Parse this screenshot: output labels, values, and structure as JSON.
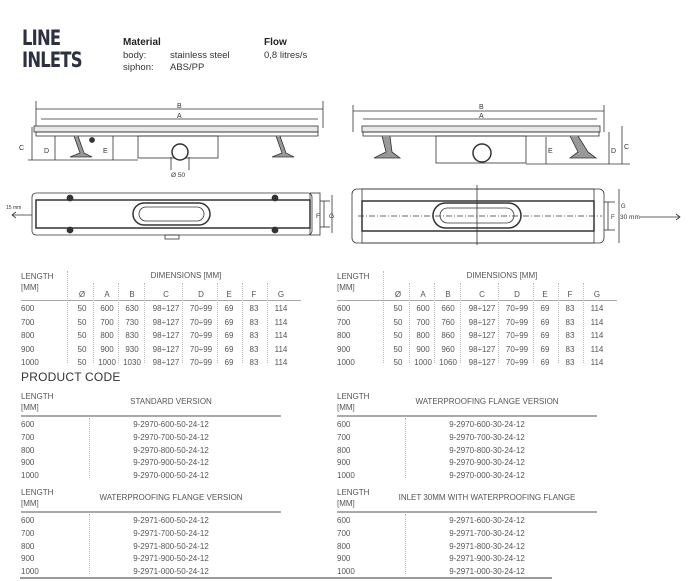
{
  "header": {
    "title_line1": "LINE",
    "title_line2": "INLETS",
    "material": {
      "heading": "Material",
      "body_label": "body:",
      "body_value": "stainless steel",
      "siphon_label": "siphon:",
      "siphon_value": "ABS/PP"
    },
    "flow": {
      "heading": "Flow",
      "value": "0,8 litres/s"
    }
  },
  "drawings": {
    "left": {
      "label_b": "B",
      "label_a": "A",
      "label_c": "C",
      "label_d": "D",
      "label_e": "E",
      "label_diameter": "Ø 50",
      "label_inlet": "15 mm",
      "label_f": "F",
      "label_g": "G"
    },
    "right": {
      "label_b": "B",
      "label_a": "A",
      "label_c": "C",
      "label_d": "D",
      "label_e": "E",
      "label_inlet": "30 mm",
      "label_f": "F",
      "label_g": "G"
    }
  },
  "dimension_tables": [
    {
      "length_header": [
        "LENGTH",
        "[MM]"
      ],
      "group_header": "DIMENSIONS [MM]",
      "columns": [
        "Ø",
        "A",
        "B",
        "C",
        "D",
        "E",
        "F",
        "G"
      ],
      "rows": [
        {
          "length": "600",
          "values": [
            "50",
            "600",
            "630",
            "98÷127",
            "70÷99",
            "69",
            "83",
            "114"
          ]
        },
        {
          "length": "700",
          "values": [
            "50",
            "700",
            "730",
            "98÷127",
            "70÷99",
            "69",
            "83",
            "114"
          ]
        },
        {
          "length": "800",
          "values": [
            "50",
            "800",
            "830",
            "98÷127",
            "70÷99",
            "69",
            "83",
            "114"
          ]
        },
        {
          "length": "900",
          "values": [
            "50",
            "900",
            "930",
            "98÷127",
            "70÷99",
            "69",
            "83",
            "114"
          ]
        },
        {
          "length": "1000",
          "values": [
            "50",
            "1000",
            "1030",
            "98÷127",
            "70÷99",
            "69",
            "83",
            "114"
          ]
        }
      ]
    },
    {
      "length_header": [
        "LENGTH",
        "[MM]"
      ],
      "group_header": "DIMENSIONS [MM]",
      "columns": [
        "Ø",
        "A",
        "B",
        "C",
        "D",
        "E",
        "F",
        "G"
      ],
      "rows": [
        {
          "length": "600",
          "values": [
            "50",
            "600",
            "660",
            "98÷127",
            "70÷99",
            "69",
            "83",
            "114"
          ]
        },
        {
          "length": "700",
          "values": [
            "50",
            "700",
            "760",
            "98÷127",
            "70÷99",
            "69",
            "83",
            "114"
          ]
        },
        {
          "length": "800",
          "values": [
            "50",
            "800",
            "860",
            "98÷127",
            "70÷99",
            "69",
            "83",
            "114"
          ]
        },
        {
          "length": "900",
          "values": [
            "50",
            "900",
            "960",
            "98÷127",
            "70÷99",
            "69",
            "83",
            "114"
          ]
        },
        {
          "length": "1000",
          "values": [
            "50",
            "1000",
            "1060",
            "98÷127",
            "70÷99",
            "69",
            "83",
            "114"
          ]
        }
      ]
    }
  ],
  "product_code": {
    "title": "PRODUCT CODE",
    "tables": [
      {
        "length_header": [
          "LENGTH",
          "[MM]"
        ],
        "version": "STANDARD VERSION",
        "rows": [
          [
            "600",
            "9-2970-600-50-24-12"
          ],
          [
            "700",
            "9-2970-700-50-24-12"
          ],
          [
            "800",
            "9-2970-800-50-24-12"
          ],
          [
            "900",
            "9-2970-900-50-24-12"
          ],
          [
            "1000",
            "9-2970-000-50-24-12"
          ]
        ]
      },
      {
        "length_header": [
          "LENGTH",
          "[MM]"
        ],
        "version": "WATERPROOFING FLANGE VERSION",
        "rows": [
          [
            "600",
            "9-2970-600-30-24-12"
          ],
          [
            "700",
            "9-2970-700-30-24-12"
          ],
          [
            "800",
            "9-2970-800-30-24-12"
          ],
          [
            "900",
            "9-2970-900-30-24-12"
          ],
          [
            "1000",
            "9-2970-000-30-24-12"
          ]
        ]
      },
      {
        "length_header": [
          "LENGTH",
          "[MM]"
        ],
        "version": "WATERPROOFING FLANGE VERSION",
        "rows": [
          [
            "600",
            "9-2971-600-50-24-12"
          ],
          [
            "700",
            "9-2971-700-50-24-12"
          ],
          [
            "800",
            "9-2971-800-50-24-12"
          ],
          [
            "900",
            "9-2971-900-50-24-12"
          ],
          [
            "1000",
            "9-2971-000-50-24-12"
          ]
        ]
      },
      {
        "length_header": [
          "LENGTH",
          "[MM]"
        ],
        "version": "INLET 30MM WITH WATERPROOFING FLANGE",
        "rows": [
          [
            "600",
            "9-2971-600-30-24-12"
          ],
          [
            "700",
            "9-2971-700-30-24-12"
          ],
          [
            "800",
            "9-2971-800-30-24-12"
          ],
          [
            "900",
            "9-2971-900-30-24-12"
          ],
          [
            "1000",
            "9-2971-000-30-24-12"
          ]
        ]
      }
    ]
  }
}
